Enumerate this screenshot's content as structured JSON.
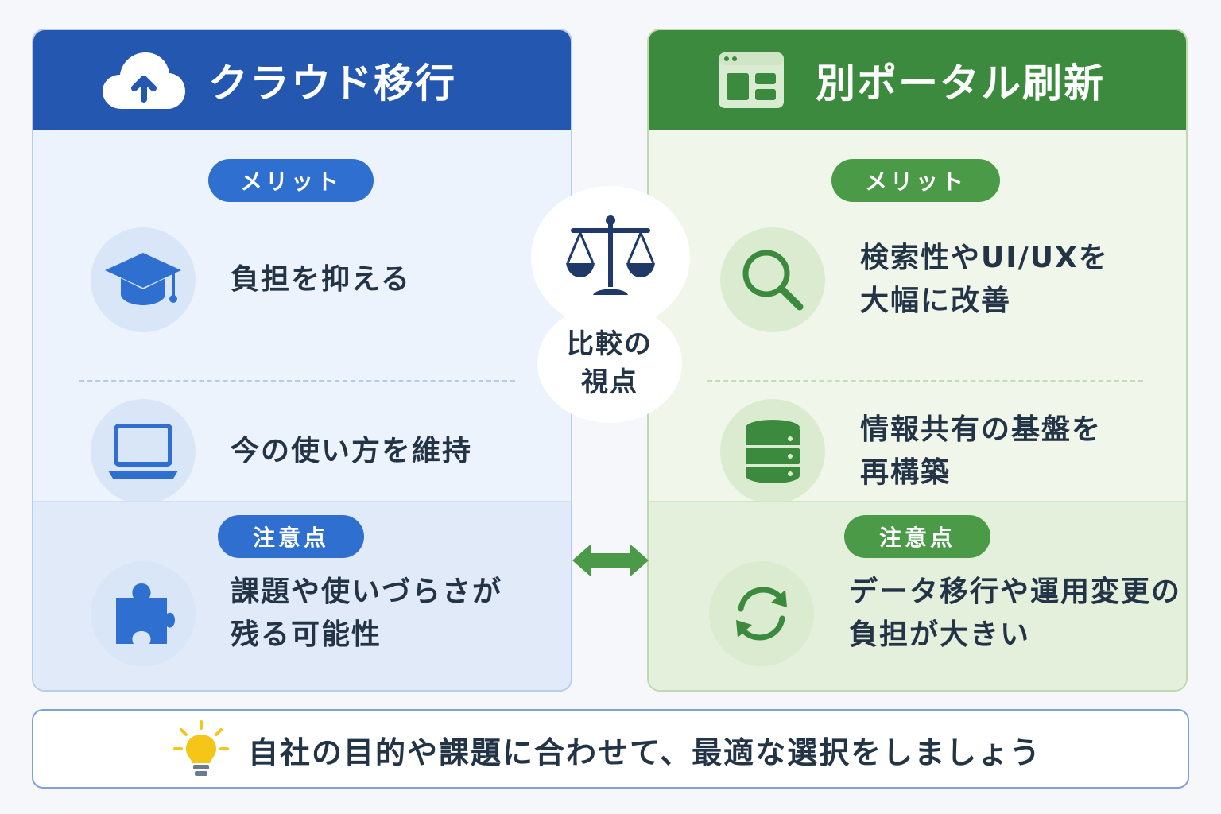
{
  "left_panel": {
    "title": "クラウド移行",
    "title_icon": "cloud-upload-icon",
    "merit_label": "メリット",
    "merits": [
      {
        "icon": "graduation-cap-icon",
        "text": "負担を抑える"
      },
      {
        "icon": "laptop-icon",
        "text": "今の使い方を維持"
      }
    ],
    "caution_label": "注意点",
    "caution": {
      "icon": "puzzle-piece-icon",
      "text": "課題や使いづらさが\n残る可能性"
    }
  },
  "right_panel": {
    "title": "別ポータル刷新",
    "title_icon": "browser-window-icon",
    "merit_label": "メリット",
    "merits": [
      {
        "icon": "magnifier-icon",
        "text": "検索性やUI/UXを\n大幅に改善"
      },
      {
        "icon": "database-icon",
        "text": "情報共有の基盤を\n再構築"
      }
    ],
    "caution_label": "注意点",
    "caution": {
      "icon": "refresh-cycle-icon",
      "text": "データ移行や運用変更の\n負担が大きい"
    }
  },
  "center": {
    "icon": "balance-scale-icon",
    "label": "比較の\n視点",
    "arrow_icon": "double-arrow-icon"
  },
  "footer": {
    "icon": "lightbulb-icon",
    "text": "自社の目的や課題に合わせて、最適な選択をしましょう"
  },
  "colors": {
    "blue_header": "#2458b0",
    "blue_accent": "#2f6fd0",
    "green_header": "#3b8a3e",
    "green_accent": "#4a9a47",
    "bulb": "#f5c518"
  }
}
